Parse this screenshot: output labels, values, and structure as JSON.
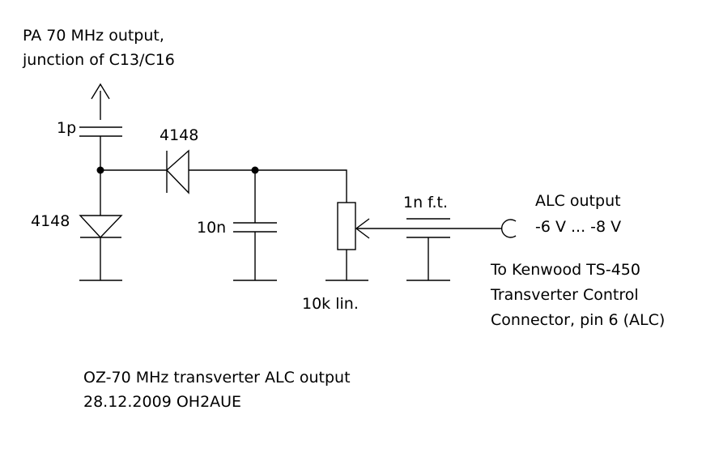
{
  "labels": {
    "pa_output_line1": "PA 70 MHz output,",
    "pa_output_line2": "junction of C13/C16",
    "c_1p": "1p",
    "d_4148_series": "4148",
    "d_4148_shunt": "4148",
    "c_10n": "10n",
    "c_1n_ft": "1n f.t.",
    "pot_10k": "10k lin.",
    "alc_output_line1": "ALC output",
    "alc_output_line2": "-6 V ... -8 V",
    "kenwood_line1": "To Kenwood TS-450",
    "kenwood_line2": "Transverter Control",
    "kenwood_line3": "Connector, pin 6 (ALC)",
    "caption_line1": "OZ-70 MHz transverter ALC output",
    "caption_line2": "28.12.2009 OH2AUE"
  }
}
